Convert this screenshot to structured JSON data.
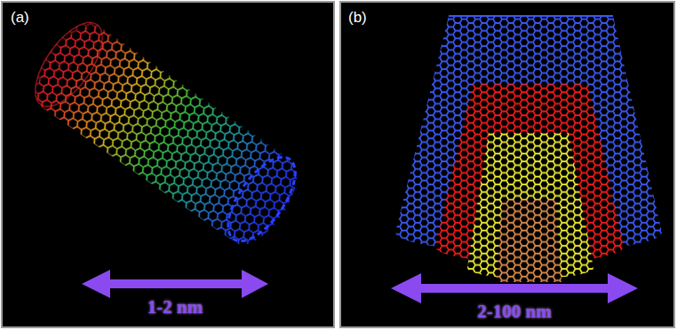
{
  "diagram": {
    "labels": [
      "(a)",
      "1-2 nm",
      "(b)",
      "2-100 nm"
    ]
  }
}
